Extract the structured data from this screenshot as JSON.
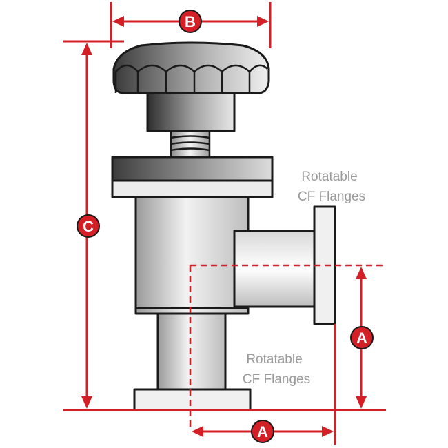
{
  "labels": {
    "dim_a": "A",
    "dim_b": "B",
    "dim_c": "C",
    "note_side": [
      "Rotatable",
      "CF Flanges"
    ],
    "note_bottom": [
      "Rotatable",
      "CF Flanges"
    ]
  },
  "colors": {
    "dimension": "#d31f26",
    "outline": "#1a1a1a",
    "note_text": "#9a9a9a"
  }
}
